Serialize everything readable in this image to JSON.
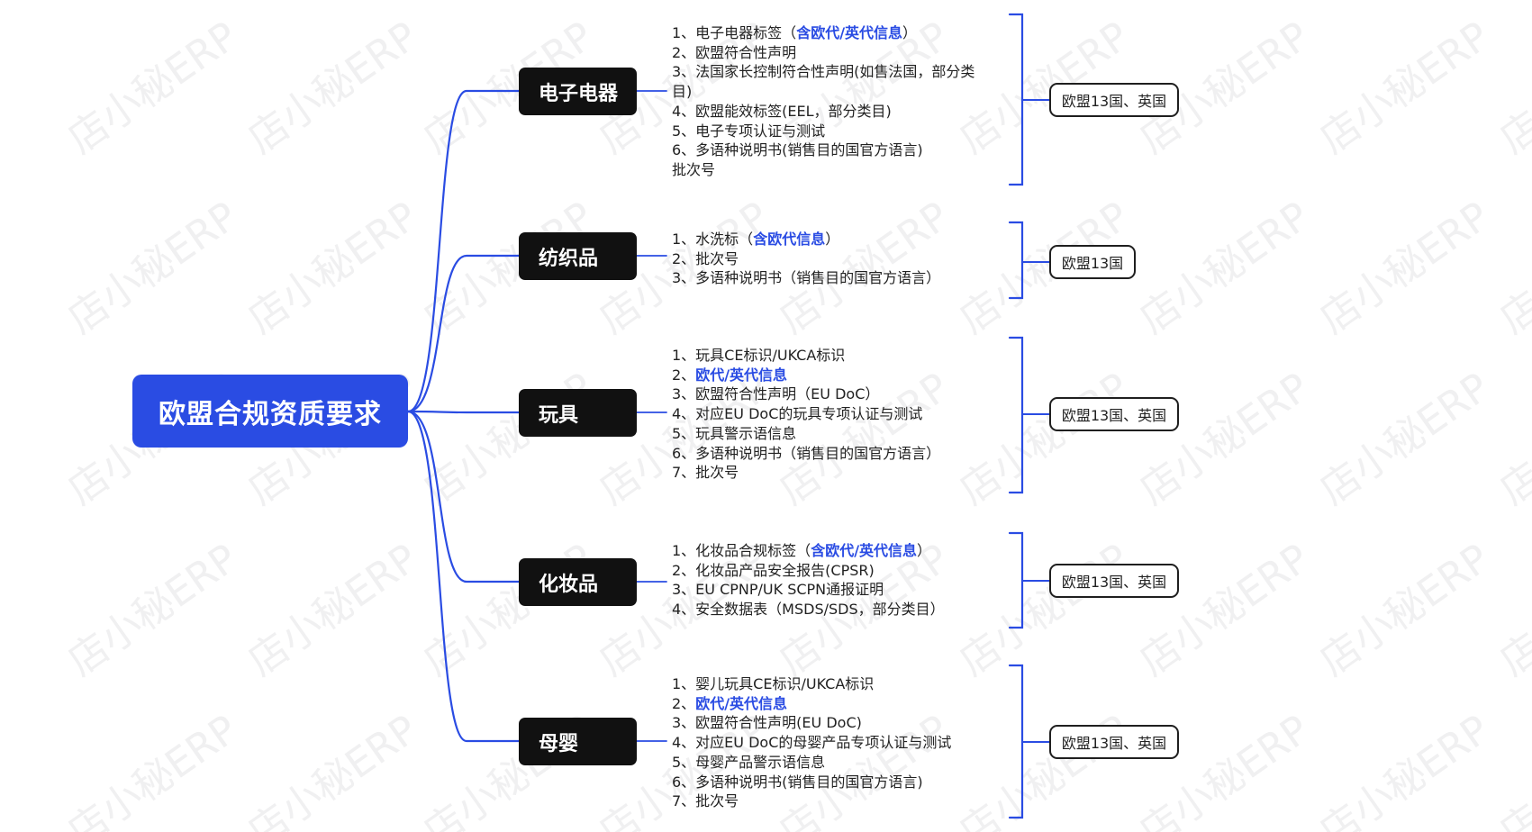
{
  "root": {
    "label": "欧盟合规资质要求",
    "color": "#2a4ce3"
  },
  "watermark": "店小秘ERP",
  "colors": {
    "connector": "#2a4ce3",
    "node_dark": "#111111",
    "highlight": "#2a4ce3"
  },
  "categories": [
    {
      "label": "电子电器",
      "items": [
        [
          {
            "t": "1、电子电器标签（"
          },
          {
            "t": "含欧代/英代信息",
            "hl": true
          },
          {
            "t": "）"
          }
        ],
        [
          {
            "t": "2、欧盟符合性声明"
          }
        ],
        [
          {
            "t": "3、法国家长控制符合性声明(如售法国，部分类"
          }
        ],
        [
          {
            "t": "目)"
          }
        ],
        [
          {
            "t": "4、欧盟能效标签(EEL，部分类目)"
          }
        ],
        [
          {
            "t": "5、电子专项认证与测试"
          }
        ],
        [
          {
            "t": "6、多语种说明书(销售目的国官方语言)"
          }
        ],
        [
          {
            "t": "批次号"
          }
        ]
      ],
      "region": "欧盟13国、英国"
    },
    {
      "label": "纺织品",
      "items": [
        [
          {
            "t": "1、水洗标（"
          },
          {
            "t": "含欧代信息",
            "hl": true
          },
          {
            "t": "）"
          }
        ],
        [
          {
            "t": "2、批次号"
          }
        ],
        [
          {
            "t": "3、多语种说明书（销售目的国官方语言）"
          }
        ]
      ],
      "region": "欧盟13国"
    },
    {
      "label": "玩具",
      "items": [
        [
          {
            "t": "1、玩具CE标识/UKCA标识"
          }
        ],
        [
          {
            "t": "2、"
          },
          {
            "t": "欧代/英代信息",
            "hl": true
          }
        ],
        [
          {
            "t": "3、欧盟符合性声明（EU DoC）"
          }
        ],
        [
          {
            "t": "4、对应EU DoC的玩具专项认证与测试"
          }
        ],
        [
          {
            "t": "5、玩具警示语信息"
          }
        ],
        [
          {
            "t": "6、多语种说明书（销售目的国官方语言）"
          }
        ],
        [
          {
            "t": "7、批次号"
          }
        ]
      ],
      "region": "欧盟13国、英国"
    },
    {
      "label": "化妆品",
      "items": [
        [
          {
            "t": "1、化妆品合规标签（"
          },
          {
            "t": "含欧代/英代信息",
            "hl": true
          },
          {
            "t": "）"
          }
        ],
        [
          {
            "t": "2、化妆品产品安全报告(CPSR)"
          }
        ],
        [
          {
            "t": "3、EU CPNP/UK SCPN通报证明"
          }
        ],
        [
          {
            "t": "4、安全数据表（MSDS/SDS，部分类目）"
          }
        ]
      ],
      "region": "欧盟13国、英国"
    },
    {
      "label": "母婴",
      "items": [
        [
          {
            "t": "1、婴儿玩具CE标识/UKCA标识"
          }
        ],
        [
          {
            "t": "2、"
          },
          {
            "t": "欧代/英代信息",
            "hl": true
          }
        ],
        [
          {
            "t": "3、欧盟符合性声明(EU DoC)"
          }
        ],
        [
          {
            "t": "4、对应EU DoC的母婴产品专项认证与测试"
          }
        ],
        [
          {
            "t": "5、母婴产品警示语信息"
          }
        ],
        [
          {
            "t": "6、多语种说明书(销售目的国官方语言)"
          }
        ],
        [
          {
            "t": "7、批次号"
          }
        ]
      ],
      "region": "欧盟13国、英国"
    }
  ]
}
